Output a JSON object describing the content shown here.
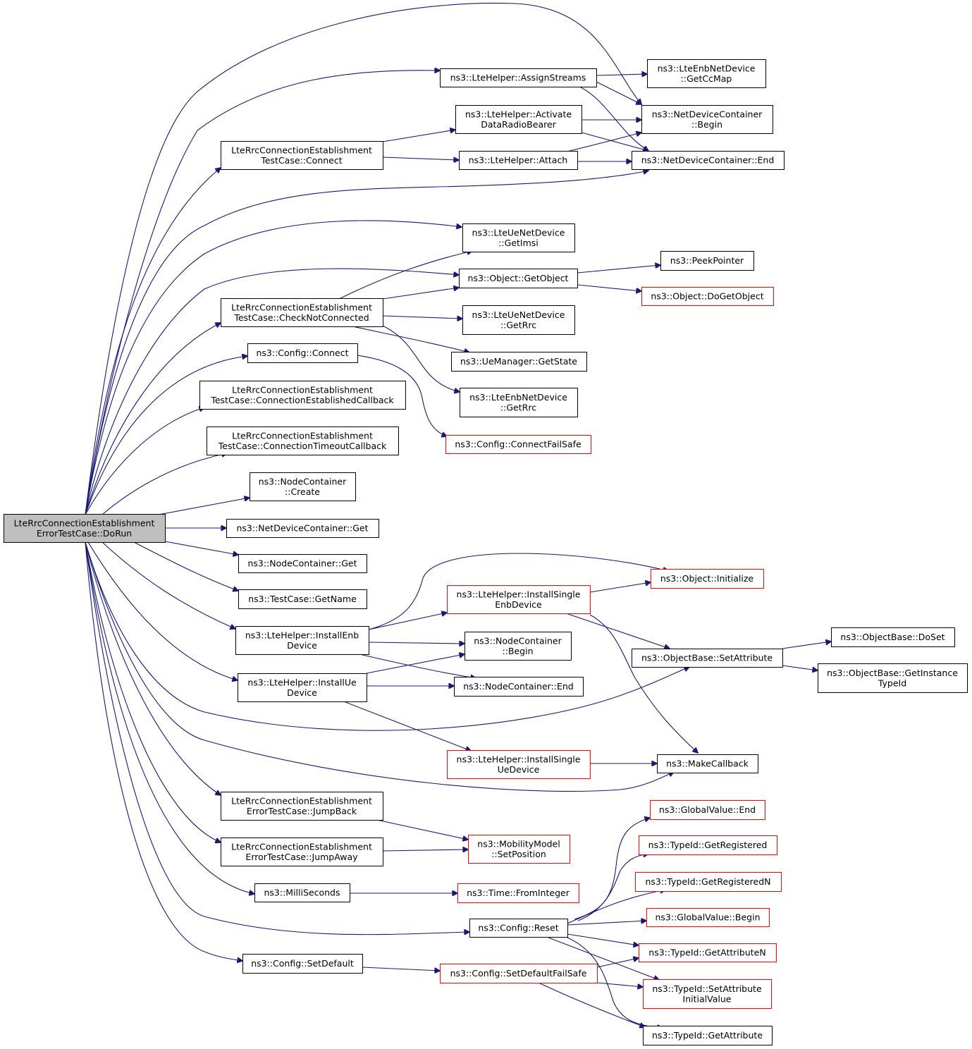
{
  "nodes": {
    "root": [
      "LteRrcConnectionEstablishment",
      "ErrorTestCase::DoRun"
    ],
    "assign": [
      "ns3::LteHelper::AssignStreams"
    ],
    "getccmap": [
      "ns3::LteEnbNetDevice",
      "::GetCcMap"
    ],
    "activate": [
      "ns3::LteHelper::Activate",
      "DataRadioBearer"
    ],
    "ndcbegin": [
      "ns3::NetDeviceContainer",
      "::Begin"
    ],
    "connect": [
      "LteRrcConnectionEstablishment",
      "TestCase::Connect"
    ],
    "attach": [
      "ns3::LteHelper::Attach"
    ],
    "ndcend": [
      "ns3::NetDeviceContainer::End"
    ],
    "ueimsi": [
      "ns3::LteUeNetDevice",
      "::GetImsi"
    ],
    "getobject": [
      "ns3::Object::GetObject"
    ],
    "peek": [
      "ns3::PeekPointer"
    ],
    "dogetobject": [
      "ns3::Object::DoGetObject"
    ],
    "checknot": [
      "LteRrcConnectionEstablishment",
      "TestCase::CheckNotConnected"
    ],
    "uerrc": [
      "ns3::LteUeNetDevice",
      "::GetRrc"
    ],
    "cfgconnect": [
      "ns3::Config::Connect"
    ],
    "uestate": [
      "ns3::UeManager::GetState"
    ],
    "connestab": [
      "LteRrcConnectionEstablishment",
      "TestCase::ConnectionEstablishedCallback"
    ],
    "enbrrc": [
      "ns3::LteEnbNetDevice",
      "::GetRrc"
    ],
    "connfailsafe": [
      "ns3::Config::ConnectFailSafe"
    ],
    "conntimeout": [
      "LteRrcConnectionEstablishment",
      "TestCase::ConnectionTimeoutCallback"
    ],
    "nccreate": [
      "ns3::NodeContainer",
      "::Create"
    ],
    "ndcget": [
      "ns3::NetDeviceContainer::Get"
    ],
    "ncget": [
      "ns3::NodeContainer::Get"
    ],
    "getname": [
      "ns3::TestCase::GetName"
    ],
    "objinit": [
      "ns3::Object::Initialize"
    ],
    "installsingleenb": [
      "ns3::LteHelper::InstallSingle",
      "EnbDevice"
    ],
    "installenb": [
      "ns3::LteHelper::InstallEnb",
      "Device"
    ],
    "ncbegin": [
      "ns3::NodeContainer",
      "::Begin"
    ],
    "objdoset": [
      "ns3::ObjectBase::DoSet"
    ],
    "setattr": [
      "ns3::ObjectBase::SetAttribute"
    ],
    "getinst": [
      "ns3::ObjectBase::GetInstance",
      "TypeId"
    ],
    "installue": [
      "ns3::LteHelper::InstallUe",
      "Device"
    ],
    "ncend": [
      "ns3::NodeContainer::End"
    ],
    "installsingleue": [
      "ns3::LteHelper::InstallSingle",
      "UeDevice"
    ],
    "makecb": [
      "ns3::MakeCallback"
    ],
    "jumpback": [
      "LteRrcConnectionEstablishment",
      "ErrorTestCase::JumpBack"
    ],
    "gvend": [
      "ns3::GlobalValue::End"
    ],
    "setpos": [
      "ns3::MobilityModel",
      "::SetPosition"
    ],
    "getreg": [
      "ns3::TypeId::GetRegistered"
    ],
    "jumpaway": [
      "LteRrcConnectionEstablishment",
      "ErrorTestCase::JumpAway"
    ],
    "getregn": [
      "ns3::TypeId::GetRegisteredN"
    ],
    "ms": [
      "ns3::MilliSeconds"
    ],
    "fromint": [
      "ns3::Time::FromInteger"
    ],
    "gvbegin": [
      "ns3::GlobalValue::Begin"
    ],
    "cfgreset": [
      "ns3::Config::Reset"
    ],
    "getattrn": [
      "ns3::TypeId::GetAttributeN"
    ],
    "setdefault": [
      "ns3::Config::SetDefault"
    ],
    "setdefaultfs": [
      "ns3::Config::SetDefaultFailSafe"
    ],
    "setattrinit": [
      "ns3::TypeId::SetAttribute",
      "InitialValue"
    ],
    "getattr": [
      "ns3::TypeId::GetAttribute"
    ]
  },
  "colors": {
    "edge": "#191970",
    "plain_border": "#000000",
    "red_border": "#ff0000",
    "root_fill": "#bfbfbf"
  }
}
